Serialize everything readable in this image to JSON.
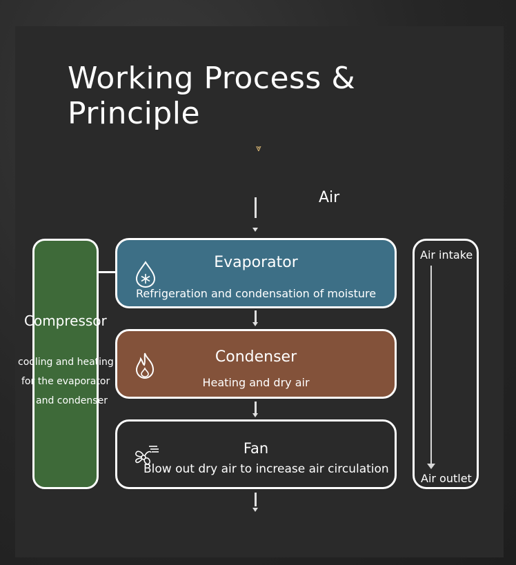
{
  "title": "Working Process & Principle",
  "air_label": "Air",
  "compressor": {
    "title": "Compressor",
    "desc_lines": [
      "cooling and heating",
      "for the evaporator",
      "and condenser"
    ]
  },
  "evaporator": {
    "title": "Evaporator",
    "desc": "Refrigeration and condensation of moisture"
  },
  "condenser": {
    "title": "Condenser",
    "desc": "Heating and dry air"
  },
  "fan": {
    "title": "Fan",
    "desc": "Blow out dry air to increase air circulation"
  },
  "airflow": {
    "intake": "Air intake",
    "outlet": "Air outlet"
  },
  "icons": {
    "evaporator": "snowflake-drop-icon",
    "condenser": "flame-icon",
    "fan": "fan-icon"
  },
  "colors": {
    "background": "#2a2a2a",
    "compressor": "#3e6a39",
    "evaporator": "#3d6f86",
    "condenser": "#83523a",
    "border": "#ffffff"
  }
}
